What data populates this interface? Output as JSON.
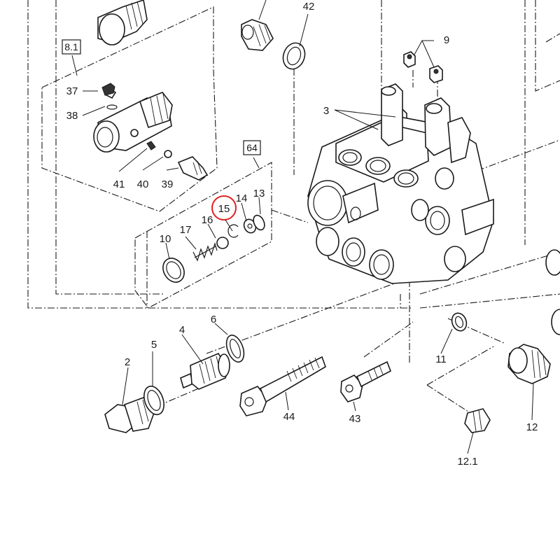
{
  "diagram": {
    "highlight_color": "#e02020",
    "ink_color": "#1a1a1a",
    "boxed_labels": {
      "group_8_1": "8.1",
      "group_64": "64"
    },
    "part_labels": {
      "p2": "2",
      "p3": "3",
      "p4": "4",
      "p5": "5",
      "p6": "6",
      "p9": "9",
      "p10": "10",
      "p11": "11",
      "p12": "12",
      "p12_1": "12.1",
      "p13": "13",
      "p14": "14",
      "p15": "15",
      "p16": "16",
      "p17": "17",
      "p37": "37",
      "p38": "38",
      "p39": "39",
      "p40": "40",
      "p41": "41",
      "p42": "42",
      "p43": "43",
      "p44": "44"
    },
    "highlighted_part": "15"
  }
}
